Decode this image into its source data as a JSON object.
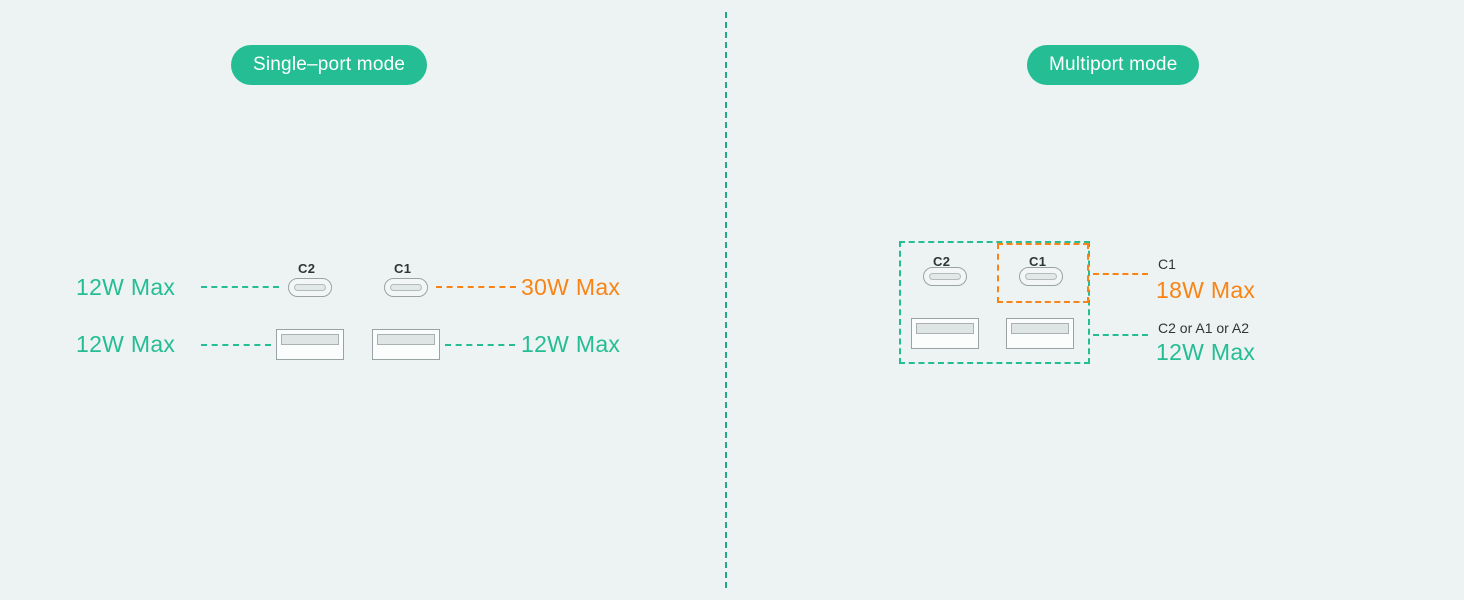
{
  "background_color": "#edf2f2",
  "accent_colors": {
    "teal": "#24bd94",
    "orange": "#f98415",
    "pill_green": "#25bd94",
    "port_outline": "#9aa3a3",
    "label_dark": "#2f3535"
  },
  "panels": {
    "left": {
      "title": "Single–port mode",
      "ports": [
        {
          "id": "c2",
          "type": "usb-c",
          "caption": "C2"
        },
        {
          "id": "c1",
          "type": "usb-c",
          "caption": "C1"
        },
        {
          "id": "a1",
          "type": "usb-a",
          "caption": ""
        },
        {
          "id": "a2",
          "type": "usb-a",
          "caption": ""
        }
      ],
      "labels": {
        "c2_power": "12W Max",
        "c1_power": "30W Max",
        "a1_power": "12W Max",
        "a2_power": "12W Max"
      }
    },
    "right": {
      "title": "Multiport mode",
      "ports": [
        {
          "id": "c2",
          "type": "usb-c",
          "caption": "C2"
        },
        {
          "id": "c1",
          "type": "usb-c",
          "caption": "C1"
        },
        {
          "id": "a1",
          "type": "usb-a",
          "caption": ""
        },
        {
          "id": "a2",
          "type": "usb-a",
          "caption": ""
        }
      ],
      "annotations": [
        {
          "id": "c1",
          "port_name": "C1",
          "power": "18W Max",
          "color": "orange"
        },
        {
          "id": "others",
          "port_name": "C2 or A1 or A2",
          "power": "12W Max",
          "color": "teal"
        }
      ]
    }
  }
}
